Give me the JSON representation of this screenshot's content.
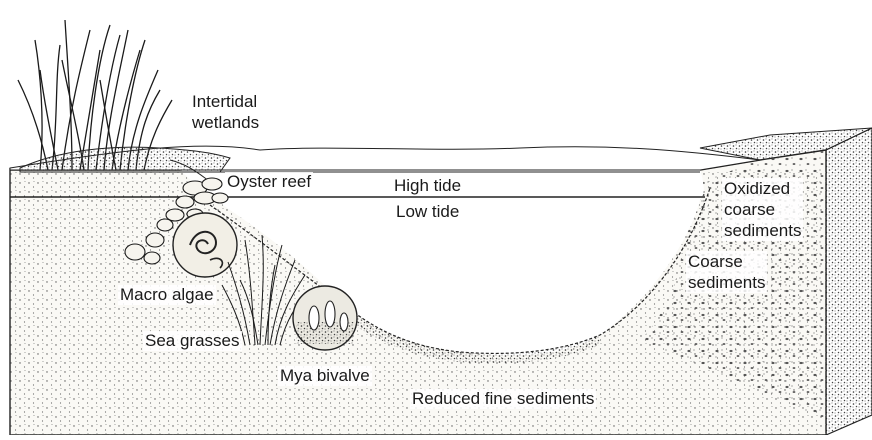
{
  "labels": {
    "intertidal_wetlands_1": "Intertidal",
    "intertidal_wetlands_2": "wetlands",
    "oyster_reef": "Oyster reef",
    "high_tide": "High tide",
    "low_tide": "Low tide",
    "oxidized_1": "Oxidized",
    "oxidized_2": "coarse",
    "oxidized_3": "sediments",
    "coarse_1": "Coarse",
    "coarse_2": "sediments",
    "macro_algae": "Macro algae",
    "sea_grasses": "Sea grasses",
    "mya_bivalve": "Mya bivalve",
    "reduced_fine": "Reduced fine sediments"
  },
  "colors": {
    "ink": "#1a1a1a",
    "sediment_fill": "#f4f2ec",
    "water_fill": "#ffffff"
  }
}
